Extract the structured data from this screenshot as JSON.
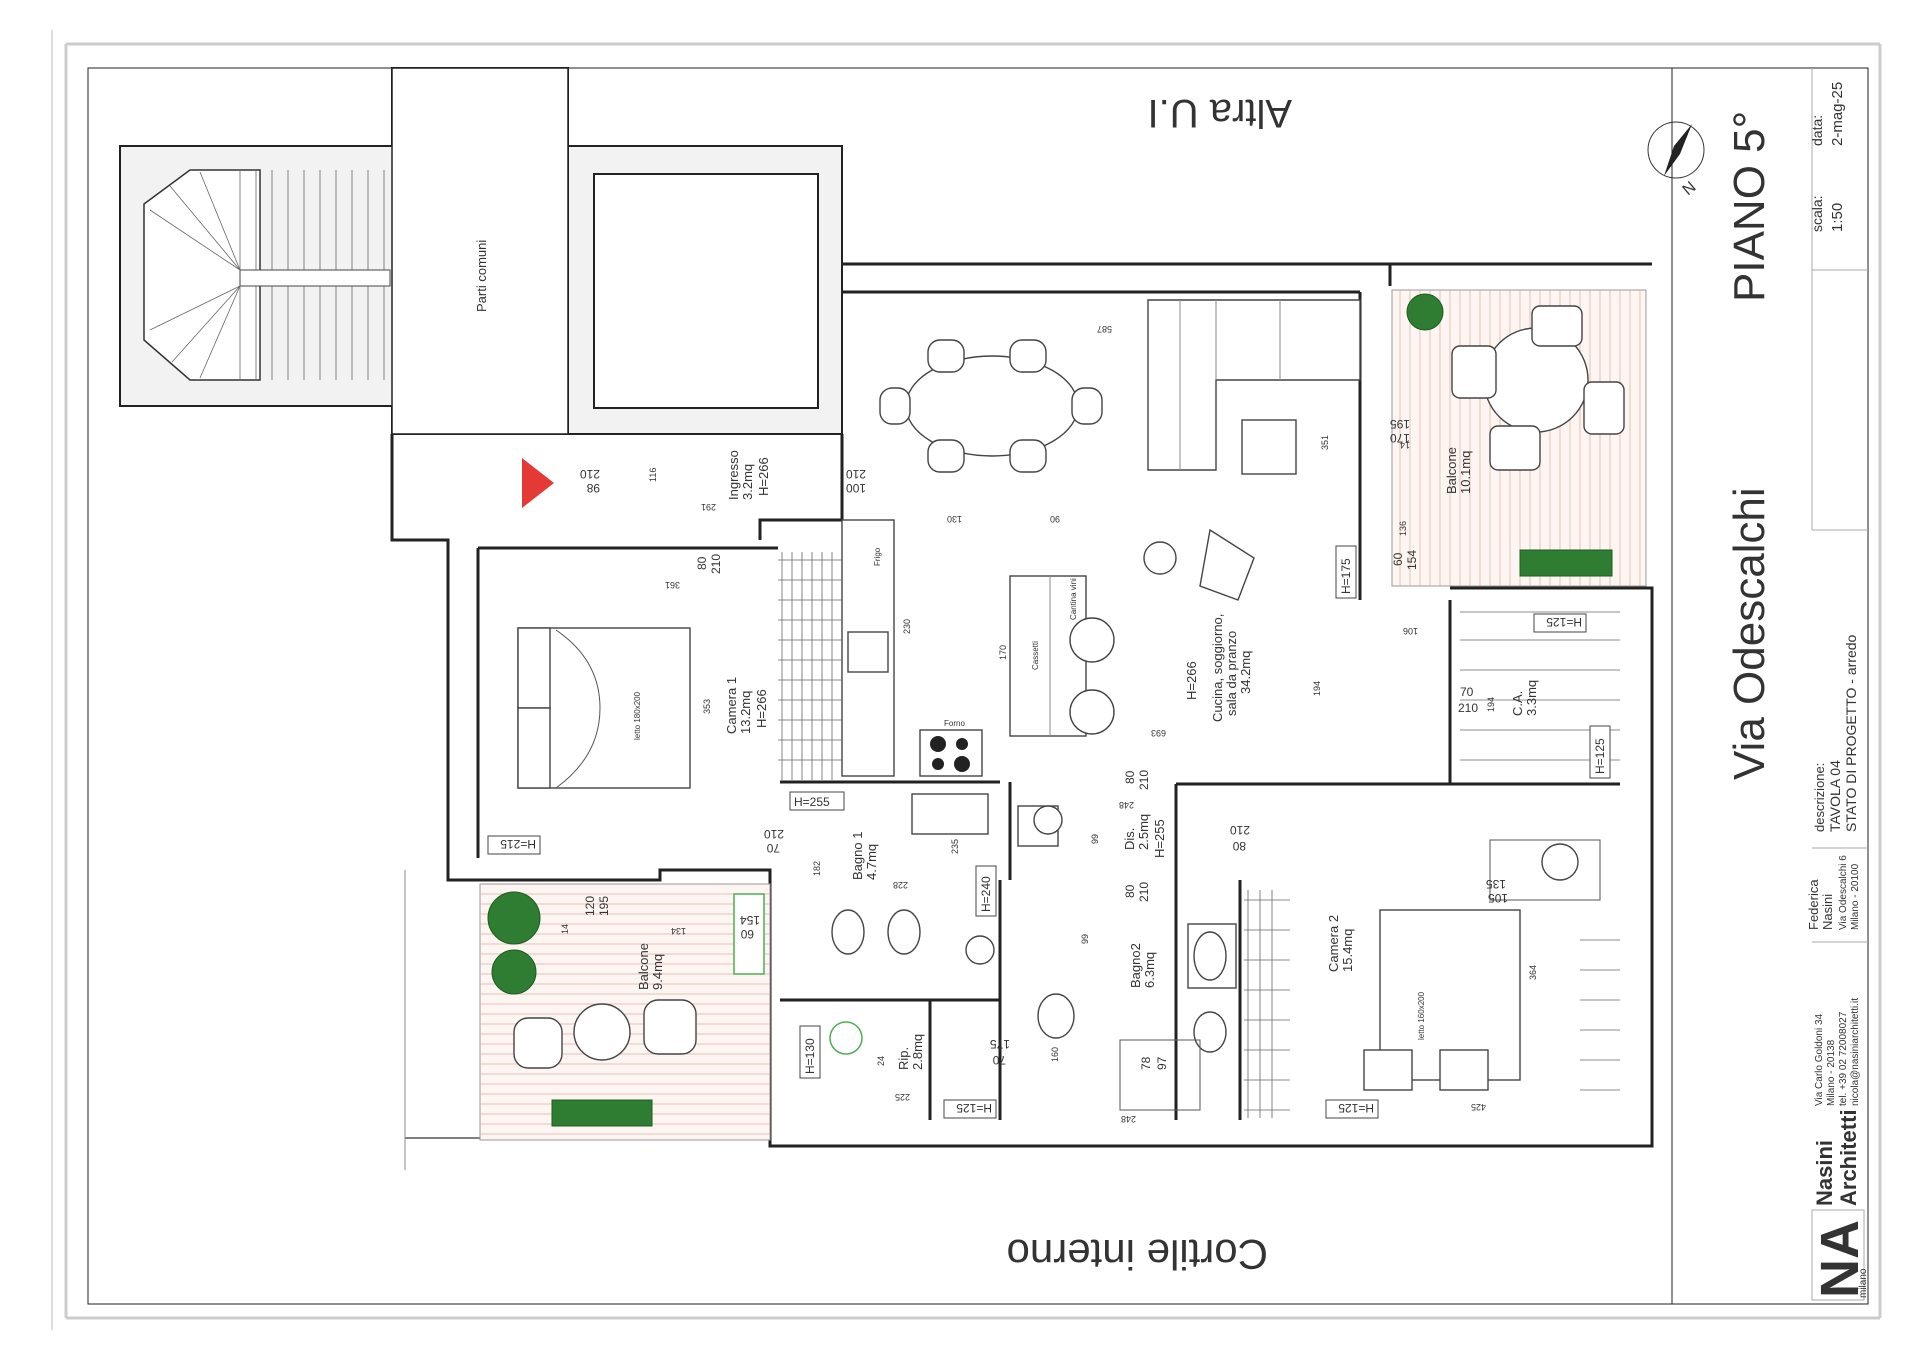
{
  "title_block": {
    "street": "Via Odescalchi",
    "floor": "PIANO 5°",
    "scale_label": "scala:",
    "scale_value": "1:50",
    "date_label": "data:",
    "date_value": "2-mag-25",
    "description_label": "descrizione:",
    "description_line1": "TAVOLA 04",
    "description_line2": "STATO DI PROGETTO - arredo",
    "client_line1": "Federica",
    "client_line2": "Nasini",
    "client_line3": "Via Odescalchi 6",
    "client_line4": "Milano - 20100",
    "firm_line1": "Nasini",
    "firm_line2": "Architetti",
    "firm_city": "milano",
    "firm_logo": "NA",
    "firm_address1": "Via Carlo Goldoni 34",
    "firm_address2": "Milano - 20138",
    "firm_phone": "tel. +39 02 72008027",
    "firm_email": "nicola@nasiniarchitetti.it"
  },
  "labels": {
    "altra_ui": "Altra U.I",
    "cortile": "Cortile interno",
    "parti_comuni": "Parti comuni"
  },
  "rooms": {
    "ingresso": {
      "name": "Ingresso",
      "area": "3.2mq",
      "height": "H=266"
    },
    "cucina": {
      "name": "Cucina, soggiorno,",
      "name2": "sala da pranzo",
      "area": "34.2mq",
      "height": "H=266"
    },
    "balcone1": {
      "name": "Balcone",
      "area": "10.1mq"
    },
    "camera1": {
      "name": "Camera 1",
      "area": "13.2mq",
      "height": "H=266"
    },
    "bagno1": {
      "name": "Bagno 1",
      "area": "4.7mq"
    },
    "dis": {
      "name": "Dis.",
      "area": "2.5mq",
      "height": "H=255"
    },
    "ca": {
      "name": "C.A.",
      "area": "3.3mq"
    },
    "camera2": {
      "name": "Camera 2",
      "area": "15.4mq"
    },
    "bagno2": {
      "name": "Bagno2",
      "area": "6.3mq"
    },
    "rip": {
      "name": "Rip.",
      "area": "2.8mq"
    },
    "balcone2": {
      "name": "Balcone",
      "area": "9.4mq"
    }
  },
  "furniture": {
    "letto1": "letto 180x200",
    "letto2": "letto 160x200",
    "frigo": "Frigo",
    "forno": "Forno",
    "cassetti": "Cassetti",
    "cantina": "Cantina vini"
  },
  "heights": {
    "h175": "H=175",
    "h255": "H=255",
    "h215": "H=215",
    "h240": "H=240",
    "h125a": "H=125",
    "h125b": "H=125",
    "h125c": "H=125",
    "h125d": "H=125",
    "h130": "H=130"
  },
  "dims": {
    "d210_98a": "210",
    "d210_98b": "98",
    "d100_210a": "100",
    "d100_210b": "210",
    "d80_210a": "80",
    "d80_210b": "210",
    "d195_170a": "195",
    "d195_170b": "170",
    "d60_154a": "60",
    "d60_154b": "154",
    "d70_210a": "70",
    "d70_210b": "210",
    "d80_210c": "80",
    "d80_210d": "210",
    "d210_80a": "210",
    "d210_80b": "80",
    "d70_210c": "70",
    "d70_210d": "210",
    "d80_210e": "80",
    "d80_210f": "210",
    "d120_195a": "120",
    "d120_195b": "195",
    "d175_70a": "175",
    "d175_70b": "70",
    "d78_97a": "78",
    "d78_97b": "97",
    "d105_135a": "105",
    "d105_135b": "135",
    "d154_60a": "154",
    "d154_60b": "60",
    "n587": "587",
    "n351": "351",
    "n194a": "194",
    "n194b": "194",
    "n693": "693",
    "n353": "353",
    "n230": "230",
    "n170": "170",
    "n130": "130",
    "n90": "90",
    "n248a": "248",
    "n248b": "248",
    "n225": "225",
    "n425": "425",
    "n364": "364",
    "n160": "160",
    "n228": "228",
    "n235": "235",
    "n182": "182",
    "n116": "116",
    "n291": "291",
    "n106": "106",
    "n99a": "99",
    "n99b": "99",
    "n24": "24",
    "n14a": "14",
    "n14b": "14",
    "n136": "136",
    "n134": "134",
    "n361": "361"
  },
  "colors": {
    "entry_marker": "#e53935",
    "plants": "#2e7d32",
    "deck_lines": "#d8b0a0",
    "firm_brand": "#8a8a8a"
  }
}
